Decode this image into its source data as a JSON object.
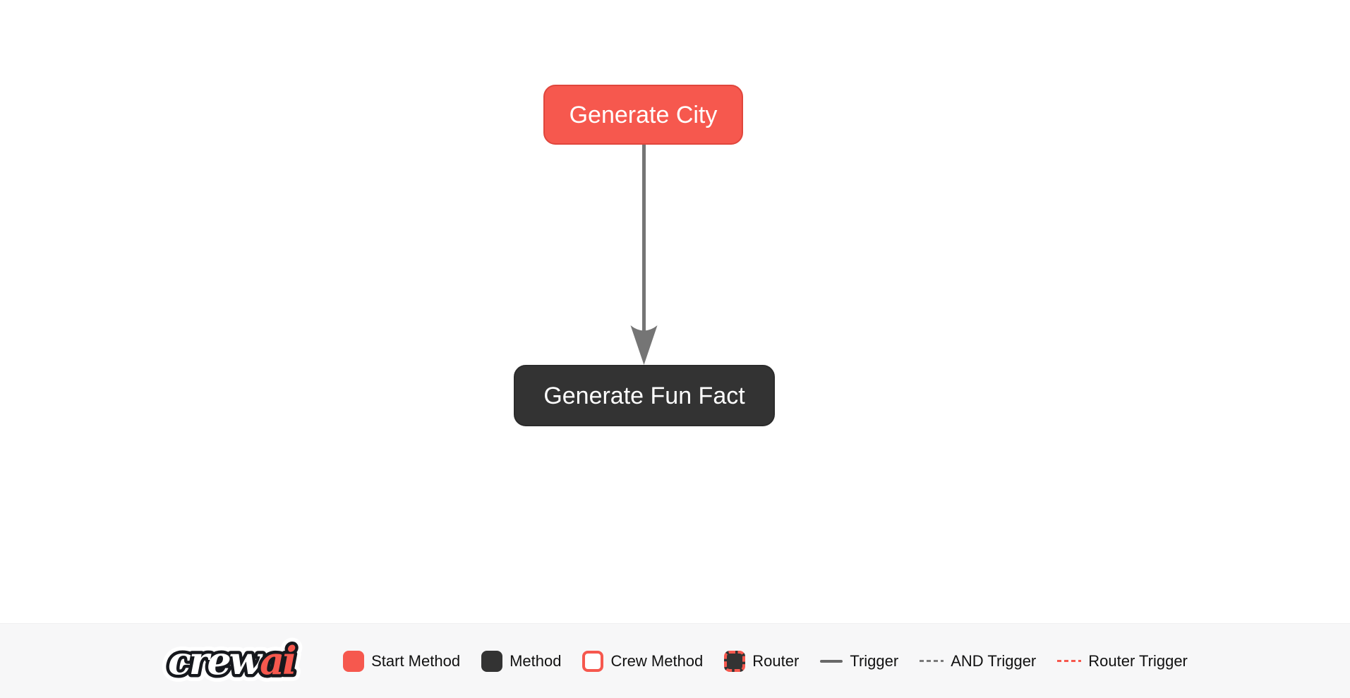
{
  "canvas": {
    "nodes": [
      {
        "label": "Generate City",
        "type": "start-method",
        "fill": "#F6584E",
        "border": "#E0463C",
        "text_color": "#FFFFFF"
      },
      {
        "label": "Generate Fun Fact",
        "type": "method",
        "fill": "#333333",
        "border": "#2B2B2B",
        "text_color": "#FFFFFF"
      }
    ],
    "edges": [
      {
        "from": "Generate City",
        "to": "Generate Fun Fact",
        "type": "trigger",
        "color": "#757575",
        "direction": "down"
      }
    ]
  },
  "legend": {
    "logo": {
      "full": "crewai",
      "crew": "crew",
      "ai": "ai",
      "crew_color": "#FFFFFF",
      "ai_color": "#F6584E",
      "outline_color": "#16181D"
    },
    "items": [
      {
        "label": "Start Method",
        "swatch": "red-rounded-square",
        "color": "#F6584E"
      },
      {
        "label": "Method",
        "swatch": "dark-rounded-square",
        "color": "#333333"
      },
      {
        "label": "Crew Method",
        "swatch": "white-square-red-border",
        "color": "#FFFFFF",
        "border_color": "#F6584E"
      },
      {
        "label": "Router",
        "swatch": "dark-square-red-dashed-border",
        "color": "#333333",
        "border_color": "#F6584E"
      },
      {
        "label": "Trigger",
        "swatch": "solid-gray-line",
        "color": "#686868"
      },
      {
        "label": "AND Trigger",
        "swatch": "dashed-gray-line",
        "color": "#7A7A7A"
      },
      {
        "label": "Router Trigger",
        "swatch": "dashed-red-line",
        "color": "#F6584E"
      }
    ],
    "bar_background": "#F7F7F8"
  }
}
